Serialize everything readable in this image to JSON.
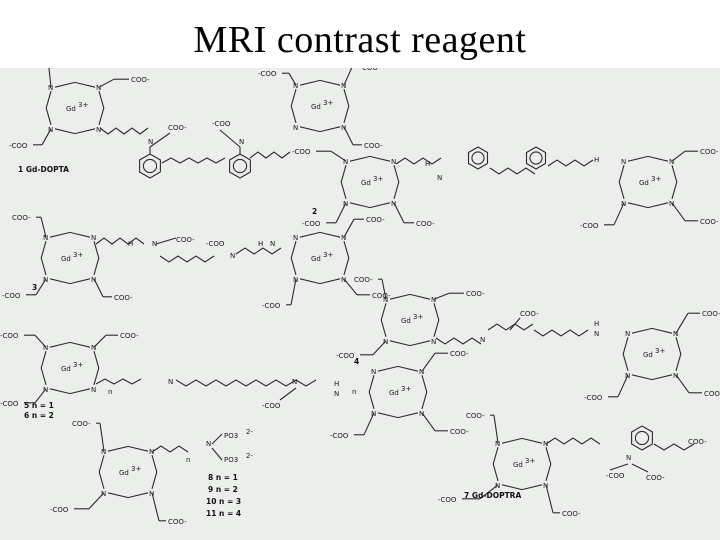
{
  "slide": {
    "title": "MRI contrast reagent"
  },
  "figure": {
    "metal": "Gd",
    "metal_charge": "3+",
    "carboxylate": "COO",
    "charge_minus": "-",
    "amine": "N",
    "amide_h": "H",
    "n_label": "n",
    "phosphonate": "PO3",
    "phosphonate_charge": "2-",
    "compounds": [
      {
        "id": "1",
        "name": "1 Gd-DOPTA"
      },
      {
        "id": "2",
        "name": "2"
      },
      {
        "id": "3",
        "name": "3"
      },
      {
        "id": "4",
        "name": "4"
      },
      {
        "id": "5",
        "name": "5  n = 1"
      },
      {
        "id": "6",
        "name": "6  n = 2"
      },
      {
        "id": "7",
        "name": "7 Gd-DOPTRA"
      },
      {
        "id": "8",
        "name": "8     n = 1"
      },
      {
        "id": "9",
        "name": "9     n = 2"
      },
      {
        "id": "10",
        "name": "10   n = 3"
      },
      {
        "id": "11",
        "name": "11   n = 4"
      }
    ]
  }
}
